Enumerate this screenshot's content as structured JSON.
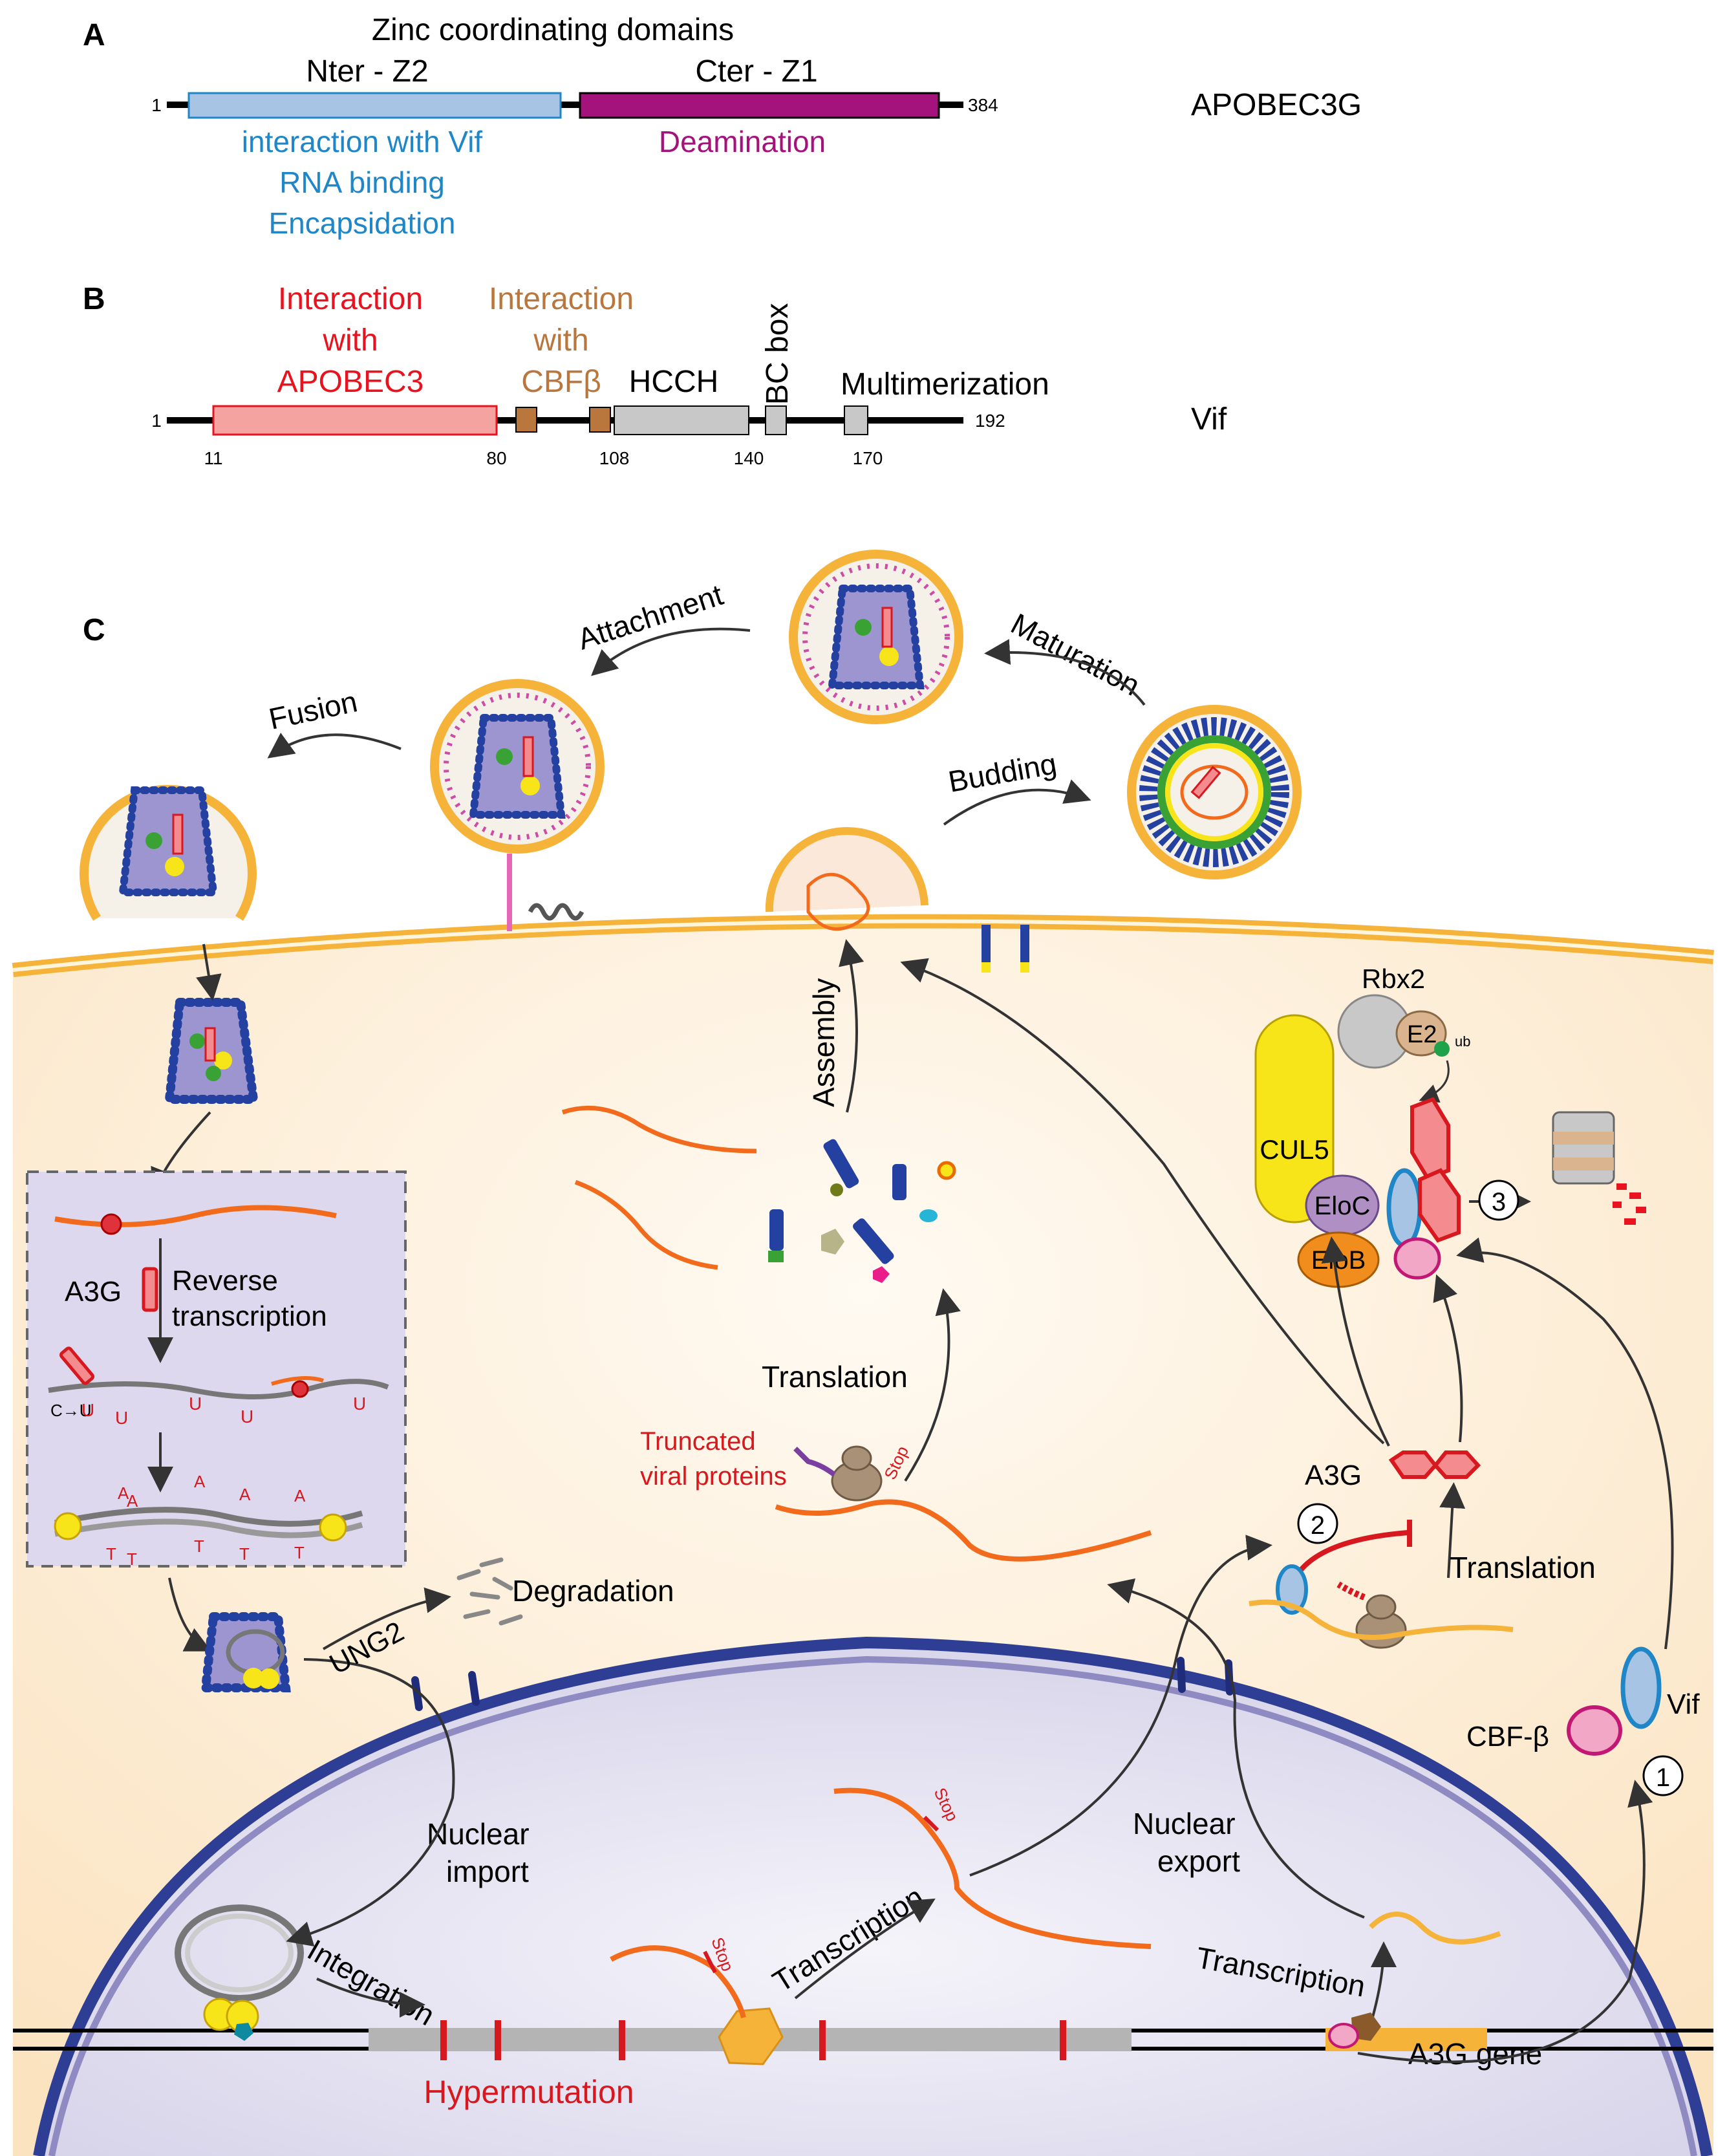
{
  "panelA": {
    "letter": "A",
    "title": "Zinc coordinating domains",
    "nter": "Nter - Z2",
    "cter": "Cter - Z1",
    "start": "1",
    "end": "384",
    "protein": "APOBEC3G",
    "nter_funcs": [
      "interaction with Vif",
      "RNA binding",
      "Encapsidation"
    ],
    "cter_func": "Deamination",
    "colors": {
      "nter": "#a8c4e4",
      "cter": "#a4127c",
      "nter_text": "#1f86c7",
      "cter_text": "#a4127c"
    }
  },
  "panelB": {
    "letter": "B",
    "label_a3": [
      "Interaction",
      "with",
      "APOBEC3"
    ],
    "label_cbf": [
      "Interaction",
      "with",
      "CBFβ"
    ],
    "hcch": "HCCH",
    "bcbox": "BC box",
    "multi": "Multimerization",
    "start": "1",
    "end": "192",
    "ticks": [
      "11",
      "80",
      "108",
      "140",
      "170"
    ],
    "protein": "Vif",
    "colors": {
      "a3": "#f4a3a0",
      "a3_text": "#e8131f",
      "cbf": "#b9773e",
      "cbf_text": "#b9773e",
      "gray": "#c8c8c8"
    }
  },
  "panelC": {
    "letter": "C",
    "attachment": "Attachment",
    "maturation": "Maturation",
    "fusion": "Fusion",
    "budding": "Budding",
    "assembly": "Assembly",
    "translation": "Translation",
    "truncated": [
      "Truncated",
      "viral proteins"
    ],
    "stop": "Stop",
    "rbx2": "Rbx2",
    "e2": "E2",
    "ub": "ub",
    "cul5": "CUL5",
    "eloc": "EloC",
    "elob": "EloB",
    "num1": "1",
    "num2": "2",
    "num3": "3",
    "a3g": "A3G",
    "translation2": "Translation",
    "vif": "Vif",
    "cbfb": "CBF-β",
    "reverse": [
      "Reverse",
      "transcription"
    ],
    "cu": "C→U",
    "u": "U",
    "a": "A",
    "t": "T",
    "ung2": "UNG2",
    "degradation": "Degradation",
    "nuclear_import": [
      "Nuclear",
      "import"
    ],
    "nuclear_export": [
      "Nuclear",
      "export"
    ],
    "integration": "Integration",
    "hypermutation": "Hypermutation",
    "transcription": "Transcription",
    "transcription2": "Transcription",
    "a3g_gene": "A3G gene",
    "colors": {
      "cytoplasm": "#fdf0dc",
      "nucleus": "#e6e3f1",
      "membrane": "#f5b33a",
      "nuc_env": "#2f3e95",
      "rna": "#f26a1b",
      "red": "#d7191f"
    }
  }
}
